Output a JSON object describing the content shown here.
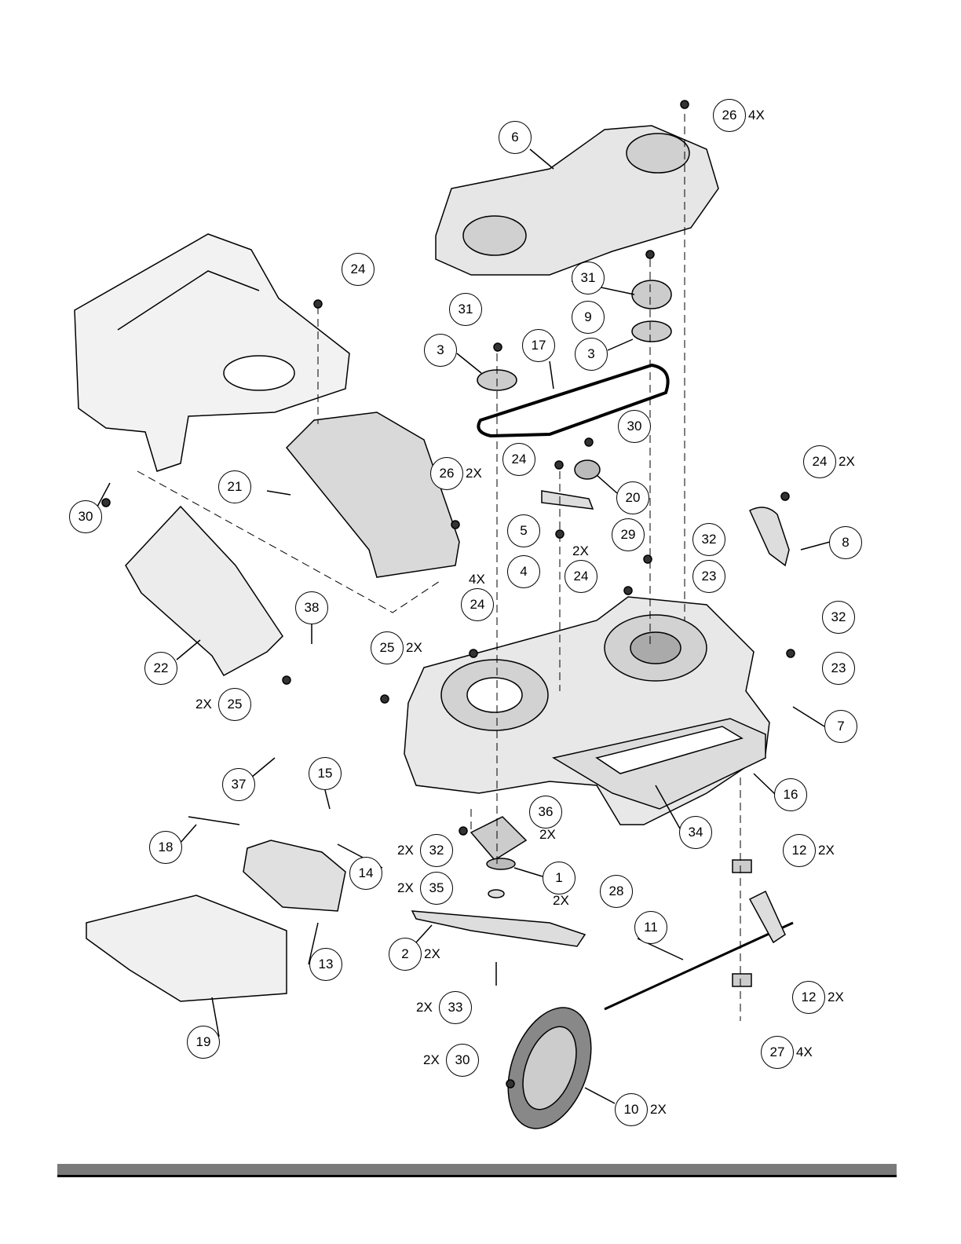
{
  "title": "Mower deck exploded parts diagram",
  "callouts": [
    {
      "num": "26",
      "qty": "4X"
    },
    {
      "num": "6",
      "qty": ""
    },
    {
      "num": "24",
      "qty": ""
    },
    {
      "num": "31",
      "qty": ""
    },
    {
      "num": "31",
      "qty": ""
    },
    {
      "num": "9",
      "qty": ""
    },
    {
      "num": "3",
      "qty": ""
    },
    {
      "num": "17",
      "qty": ""
    },
    {
      "num": "3",
      "qty": ""
    },
    {
      "num": "30",
      "qty": ""
    },
    {
      "num": "24",
      "qty": ""
    },
    {
      "num": "26",
      "qty": "2X"
    },
    {
      "num": "24",
      "qty": "2X"
    },
    {
      "num": "21",
      "qty": ""
    },
    {
      "num": "20",
      "qty": ""
    },
    {
      "num": "30",
      "qty": ""
    },
    {
      "num": "5",
      "qty": ""
    },
    {
      "num": "29",
      "qty": ""
    },
    {
      "num": "8",
      "qty": ""
    },
    {
      "num": "32",
      "qty": ""
    },
    {
      "num": "4",
      "qty": ""
    },
    {
      "num": "24",
      "qty": "2X"
    },
    {
      "num": "23",
      "qty": ""
    },
    {
      "num": "24",
      "qty": "4X"
    },
    {
      "num": "38",
      "qty": ""
    },
    {
      "num": "32",
      "qty": ""
    },
    {
      "num": "25",
      "qty": "2X"
    },
    {
      "num": "22",
      "qty": ""
    },
    {
      "num": "23",
      "qty": ""
    },
    {
      "num": "25",
      "qty": "2X"
    },
    {
      "num": "7",
      "qty": ""
    },
    {
      "num": "37",
      "qty": ""
    },
    {
      "num": "15",
      "qty": ""
    },
    {
      "num": "16",
      "qty": ""
    },
    {
      "num": "36",
      "qty": "2X"
    },
    {
      "num": "34",
      "qty": ""
    },
    {
      "num": "18",
      "qty": ""
    },
    {
      "num": "32",
      "qty": "2X"
    },
    {
      "num": "12",
      "qty": "2X"
    },
    {
      "num": "14",
      "qty": ""
    },
    {
      "num": "1",
      "qty": "2X"
    },
    {
      "num": "28",
      "qty": ""
    },
    {
      "num": "35",
      "qty": "2X"
    },
    {
      "num": "11",
      "qty": ""
    },
    {
      "num": "13",
      "qty": ""
    },
    {
      "num": "2",
      "qty": "2X"
    },
    {
      "num": "12",
      "qty": "2X"
    },
    {
      "num": "33",
      "qty": "2X"
    },
    {
      "num": "19",
      "qty": ""
    },
    {
      "num": "27",
      "qty": "4X"
    },
    {
      "num": "30",
      "qty": "2X"
    },
    {
      "num": "10",
      "qty": "2X"
    }
  ]
}
